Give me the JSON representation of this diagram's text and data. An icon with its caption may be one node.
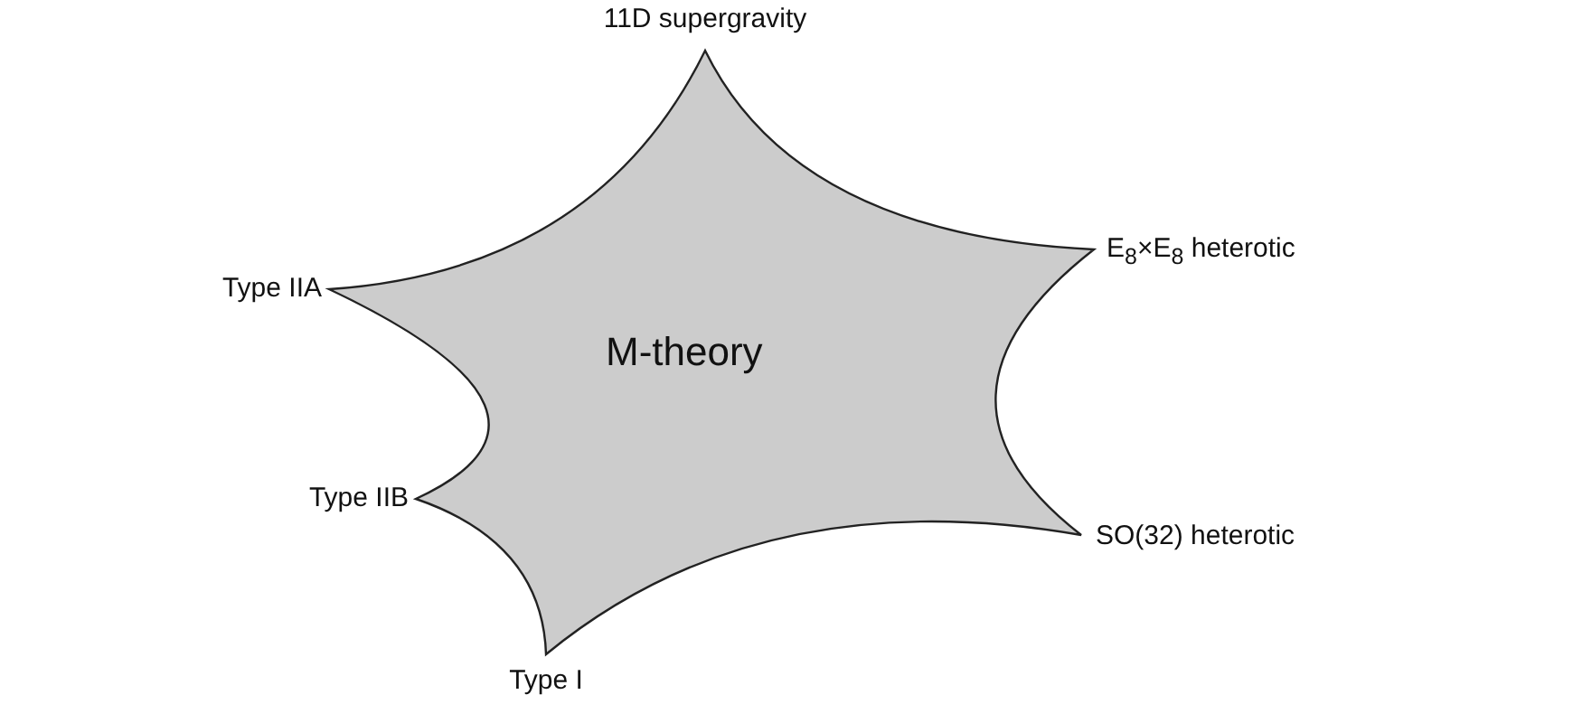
{
  "diagram": {
    "nodes": [
      {
        "text": [
          "M-theory"
        ]
      }
    ],
    "labels": [
      "11D supergravity",
      "Type IIA",
      "E$_{8}$×E$_{8}$ heterotic",
      "Type IIB",
      "SO(32) heterotic",
      "Type I"
    ]
  }
}
